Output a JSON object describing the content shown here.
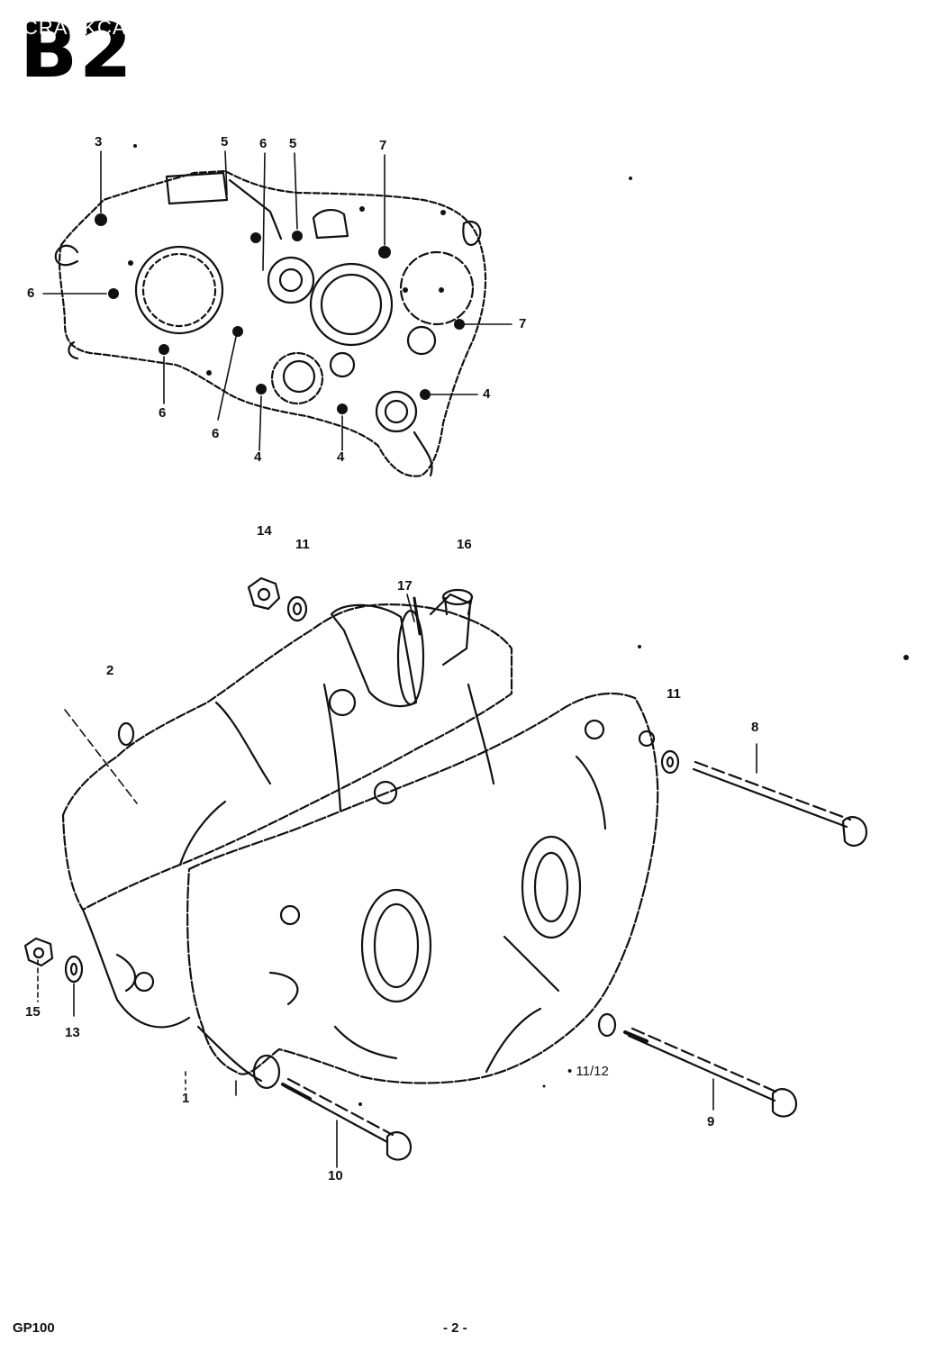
{
  "header": {
    "section_code": "B2",
    "section_name": "CRANKCASE"
  },
  "footer": {
    "model": "GP100",
    "page": "- 2 -"
  },
  "diagram": {
    "top_view_callouts": [
      "3",
      "5",
      "6",
      "5",
      "7",
      "6",
      "7",
      "6",
      "6",
      "4",
      "4",
      "4"
    ],
    "exploded_view_callouts": [
      "14",
      "11",
      "16",
      "17",
      "2",
      "11",
      "8",
      "15",
      "13",
      "1",
      "10",
      "9"
    ],
    "note": "• 11/12"
  }
}
